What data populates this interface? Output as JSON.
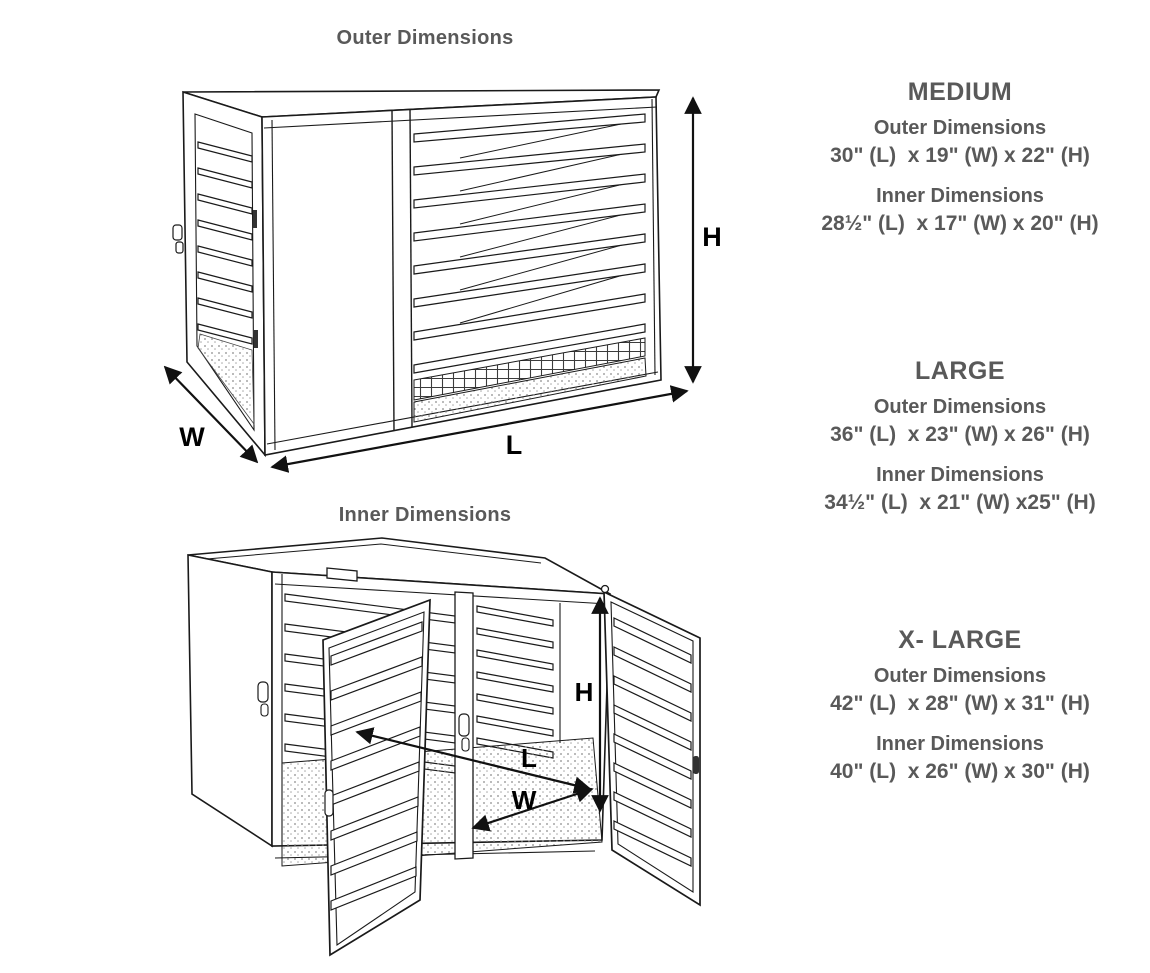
{
  "page": {
    "background": "#ffffff",
    "text_color": "#595959",
    "line_color": "#1a1a1a"
  },
  "diagrams": {
    "outer": {
      "title": "Outer Dimensions",
      "labels": {
        "height": "H",
        "length": "L",
        "width": "W"
      }
    },
    "inner": {
      "title": "Inner Dimensions",
      "labels": {
        "height": "H",
        "length": "L",
        "width": "W"
      }
    }
  },
  "sizes": [
    {
      "name": "MEDIUM",
      "outer_heading": "Outer Dimensions",
      "outer_value": "30\" (L)  x 19\" (W) x 22\" (H)",
      "inner_heading": "Inner Dimensions",
      "inner_value": "28½\" (L)  x 17\" (W) x 20\" (H)"
    },
    {
      "name": "LARGE",
      "outer_heading": "Outer Dimensions",
      "outer_value": "36\" (L)  x 23\" (W) x 26\" (H)",
      "inner_heading": "Inner Dimensions",
      "inner_value": "34½\" (L)  x 21\" (W) x25\" (H)"
    },
    {
      "name": "X- LARGE",
      "outer_heading": "Outer Dimensions",
      "outer_value": "42\" (L)  x 28\" (W) x 31\" (H)",
      "inner_heading": "Inner Dimensions",
      "inner_value": "40\" (L)  x 26\" (W) x 30\" (H)"
    }
  ]
}
